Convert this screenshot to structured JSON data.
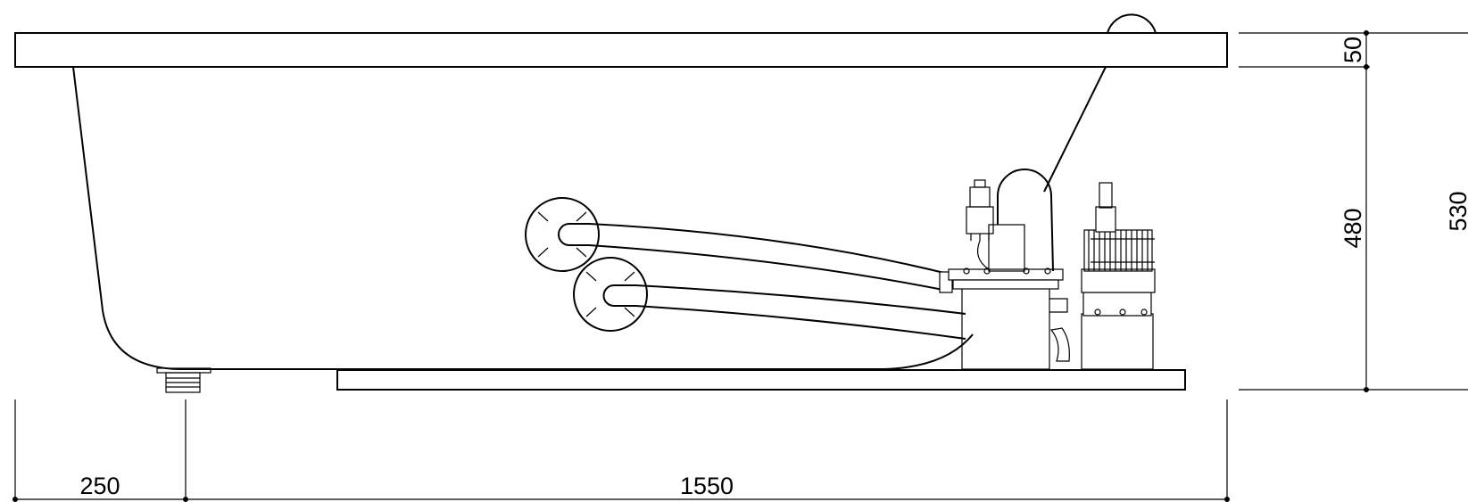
{
  "dimensions": {
    "bottom_left": "250",
    "bottom_main": "1550",
    "right_top": "50",
    "right_middle": "480",
    "right_total": "530"
  }
}
